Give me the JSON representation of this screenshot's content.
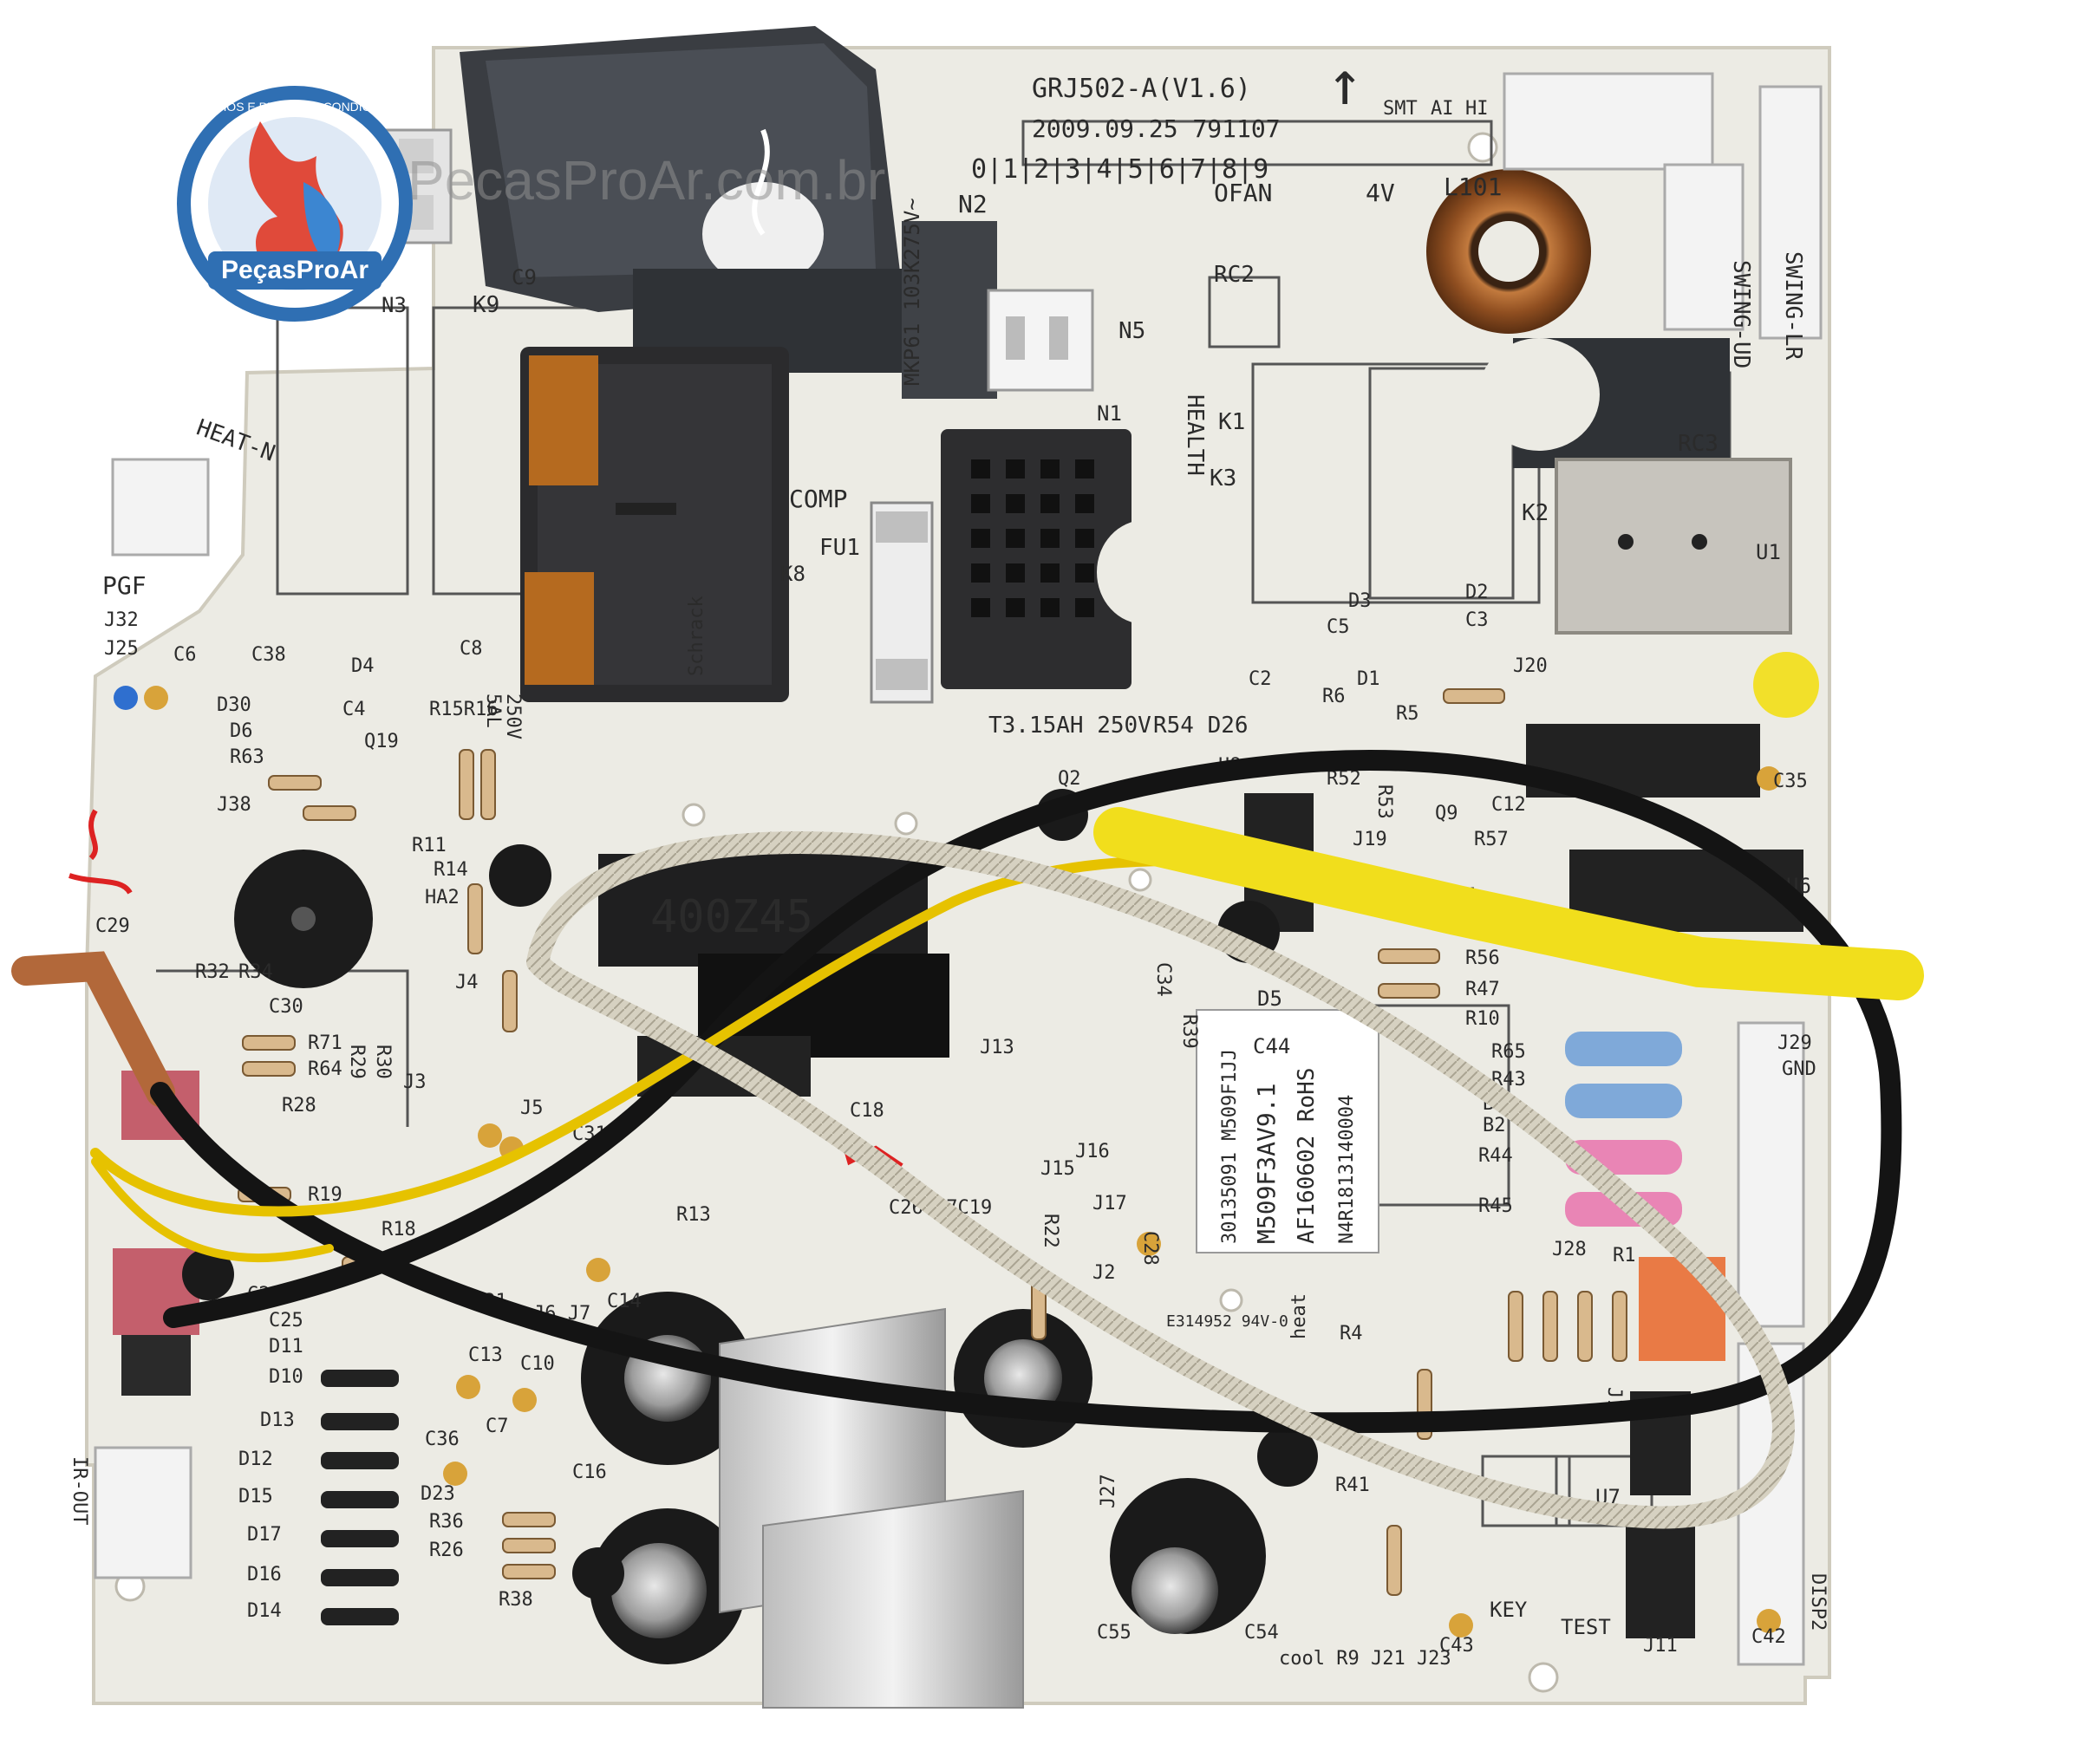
{
  "watermark": {
    "site_text": "PecasProAr.com.br",
    "badge_text": "PeçasProAr",
    "badge_ring_text": "APARELHOS E PEÇAS AR CONDICIONADO",
    "colors": {
      "ring": "#2f6fb3",
      "flame": "#e04a3a",
      "text": "#8e8e8e"
    }
  },
  "board": {
    "model": "GRJ502-A(V1.6)",
    "date_code": "2009.09.25  791107",
    "digit_strip": "0|1|2|3|4|5|6|7|8|9",
    "check_boxes": [
      "SMT",
      "AI",
      "HI"
    ],
    "labels": {
      "n2": "N2",
      "ofan": "OFAN",
      "v4": "4V",
      "l101": "L101",
      "swing_lr": "SWING-LR",
      "swing_ud": "SWING-UD",
      "rc2": "RC2",
      "rc3": "RC3",
      "n5": "N5",
      "health": "HEALTH",
      "k1": "K1",
      "k2": "K2",
      "k3": "K3",
      "k6": "K6",
      "k8": "K8",
      "k9": "K9",
      "n1": "N1",
      "n3": "N3",
      "c9": "C9",
      "u1": "U1",
      "heat_n": "HEAT-N",
      "pgf": "PGF",
      "comp": "COMP",
      "fu1": "FU1",
      "fuse_rating": "T3.15AH 250V",
      "r54_d26": "R54 D26",
      "j32": "J32",
      "j25": "J25",
      "c6": "C6",
      "c38": "C38",
      "d30": "D30",
      "d6": "D6",
      "d4": "D4",
      "c8": "C8",
      "c4": "C4",
      "r15r16": "R15R16",
      "q19": "Q19",
      "r63": "R63",
      "j38": "J38",
      "r11": "R11",
      "r14": "R14",
      "ha2": "HA2",
      "c29": "C29",
      "r32": "R32",
      "r34": "R34",
      "c30": "C30",
      "r71": "R71",
      "r64": "R64",
      "r29": "R29",
      "r30": "R30",
      "r28": "R28",
      "j3": "J3",
      "j4": "J4",
      "j5": "J5",
      "c31": "C31",
      "r19": "R19",
      "r18": "R18",
      "c22": "C22",
      "c25": "C25",
      "d11": "D11",
      "d10": "D10",
      "d13": "D13",
      "d12": "D12",
      "d15": "D15",
      "d17": "D17",
      "d16": "D16",
      "d14": "D14",
      "ir_out": "IR-OUT",
      "c13": "C13",
      "c10": "C10",
      "c36": "C36",
      "c7": "C7",
      "d23": "D23",
      "c16": "C16",
      "r36": "R36",
      "r26": "R26",
      "r38": "R38",
      "d21": "D21",
      "j6j7": "J6 J7",
      "c14": "C14",
      "r13": "R13",
      "c18": "C18",
      "c26c27c19": "C26C27C19",
      "r22": "R22",
      "j2": "J2",
      "j13": "J13",
      "j15": "J15",
      "j16": "J16",
      "j17": "J17",
      "c28": "C28",
      "c34": "C34",
      "r39": "R39",
      "c44": "C44",
      "d5": "D5",
      "r56": "R56",
      "r47": "R47",
      "r10": "R10",
      "r65": "R65",
      "r43": "R43",
      "b1": "B1",
      "b2": "B2",
      "r44": "R44",
      "r45": "R45",
      "j28": "J28",
      "r1": "R1",
      "j29": "J29",
      "gnd": "GND",
      "c5": "C5",
      "c2": "C2",
      "d1": "D1",
      "d2": "D2",
      "d3": "D3",
      "c3": "C3",
      "r6": "R6",
      "r5": "R5",
      "j20": "J20",
      "c35": "C35",
      "u8": "U8",
      "q2": "Q2",
      "r52": "R52",
      "r53": "R53",
      "q9": "Q9",
      "c12": "C12",
      "j19": "J19",
      "r57": "R57",
      "u6": "U6",
      "c51": "C51",
      "u7": "U7",
      "key": "KEY",
      "test": "TEST",
      "j11": "J11",
      "c42": "C42",
      "c43": "C43",
      "c55": "C55",
      "c54": "C54",
      "cool_row": "cool R9 J21 J23",
      "j27": "J27",
      "r41": "R41",
      "r4": "R4",
      "disp2": "DISP2",
      "heat": "heat",
      "j12": "J12",
      "voltage_250v": "250V",
      "rating_5al": "5AL"
    },
    "component_marks": {
      "capacitor_x2": "MKP61 103K275V~",
      "transformer": "400Z45",
      "relay_brand": "Schrack"
    },
    "sticker": {
      "line1": "30135091      M509F1JJ",
      "line2": "M509F3AV9.1",
      "line3": "AF160602 RoHS",
      "line4": "N4R1813140004"
    },
    "ul_mark": "E314952 94V-0",
    "board_colors": {
      "pcb": "#ecebe4",
      "silk": "#2b2b2b",
      "relay": "#2c2c2c",
      "wire_black": "#141414",
      "wire_yellow": "#e6c200",
      "braid": "#cfcab9",
      "sleeve_yellow": "#f1de1c"
    }
  }
}
